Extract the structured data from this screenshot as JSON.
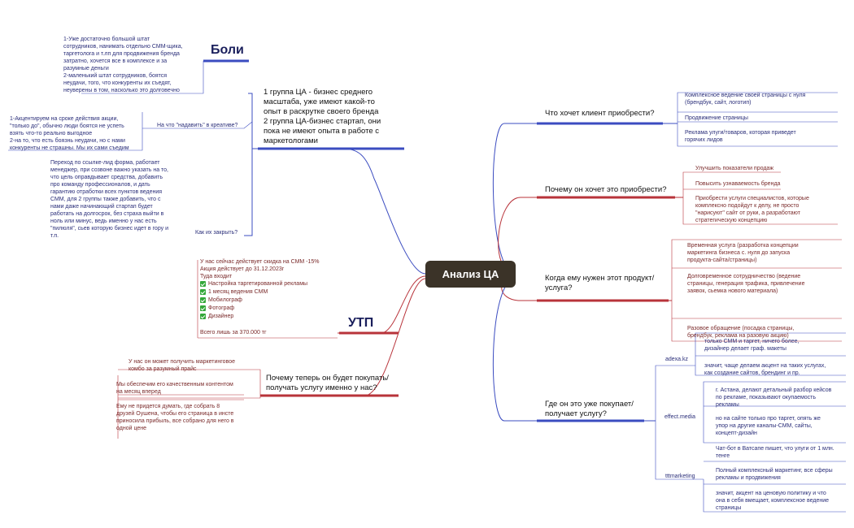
{
  "center": "Анализ ЦА",
  "left": {
    "main": "1 группа ЦА - бизнес среднего\nмасштаба, уже имеют какой-то\nопыт в раскрутке своего бренда\n 2 группа ЦА-бизнес стартап, они\nпока не имеют опыта в работе с\nмаркетологами",
    "boli_title": "Боли",
    "boli_text": "1-Уже достаточно большой штат\nсотрудников, нанимать отдельно СММ-щика,\nтаргетолога и т.лп для продвижения бренда\nзатратно, хочется все в комплексе и за\nразумные деньги\n   2-маленький штат сотрудников, боятся\nнеудачи, того, что конкуренты их съедят,\nнеуверены в том, насколько это долговечно",
    "nadavit_label": "На что \"надавить\" в креативе?",
    "nadavit_text": "1-Акцентируем на сроке действия акции,\n\"только до\", обычно люди боятся не успеть\nвзять что-то реально выгодное\n   2-на то, что есть боязнь неудачи, но с нами\nконкуренты не страшны. Мы их сами съедим",
    "zakryt_label": "Как их закрыть?",
    "zakryt_text": "Переход по ссылке-лид форма, работает\nменеджер, при созвоне важно указать на то,\nчто цель оправдывает средства, добавить\nпро команду профессионалов, и дать\nгарантию отработки всех пунктов ведения\nСММ, для 2 группы также добавить, что с\nнами даже начинающий стартап будет\nработать на долгосрок, без страха выйти в\nноль или минус, ведь именно у нас есть\n\"пилюля\", сьев которую бизнес идет в гору и\nт.п.",
    "utp_title": "УТП",
    "utp_lines": [
      "У нас сейчас действует скидка на СММ -15%",
      "Акция действует до 31.12.2023г",
      "Туда входит"
    ],
    "utp_items": [
      "Настройка таргетированной рекламы",
      "1 месяц ведения СММ",
      "Мобилограф",
      "Фотограф",
      "Дизайнер"
    ],
    "utp_total": "Всего лишь за 370.000 тг",
    "why_q": "Почему теперь он будет покупать/\nполучать услугу именно у нас?",
    "why_items": [
      "У нас он может получить маркетинговое\nкомбо за разумный прайс",
      "Мы обеспечим его качественным контентом\nна месяц вперед",
      "Ему не придется думать, где собрать 8\nдрузей Оушена, чтобы его страница в инсте\nприносила прибыль, все собрано для него в\nодной цене"
    ]
  },
  "right": {
    "q1": "Что хочет клиент приобрести?",
    "q1_items": [
      "Комплексное ведение своей страницы с нуля\n(брендбук, сайт, логотип)",
      "Продвижение страницы",
      "Реклама улуги/товаров, которая приведет\nгорячих лидов"
    ],
    "q2": "Почему он хочет это приобрести?",
    "q2_items": [
      "Улучшить показатели продаж",
      "Повысить узнаваемость бренда",
      "Приобрести услуги специалистов, которые\nкомплексно подойдут к делу, не просто\n\"нарисуют\" сайт от руки, а разработают\nстратегическую концепцию"
    ],
    "q3": "Когда ему нужен этот продукт/\nуслуга?",
    "q3_items": [
      "Временная услуга (разработка концепции\nмаркетинга бизнеса с. нуля до запуска\nпродукта-сайта/страницы)",
      "Долговременное сотрудничество (ведение\nстраницы, генерация трафика, привлечение\nзаявок, сьемка нового материала)",
      "Разовое обращение (посадка страницы,\nбрендбук, реклама на разовую акцию)"
    ],
    "q4": "Где он это уже покупает/\nполучает услугу?",
    "competitors": [
      {
        "name": "adexa.kz",
        "items": [
          "только СММ и таргет, ничего более,\nдизайнер делает граф. макеты",
          "значит, чаще делаем акцент на таких услугах,\nкак создание сайтов, брендинг и пр."
        ]
      },
      {
        "name": "effect.media",
        "items": [
          "г. Астана, делают детальный разбор кейсов\nпо рекламе, показывают окупаемость\nрекламы",
          "но на сайте только про таргет, опять же\nупор на другие каналы-СММ, сайты,\nконцепт-дизайн"
        ]
      },
      {
        "name": "tttmarketing",
        "items": [
          "Чат-бот в Ватсапе пишет, что улуги от 1 млн.\nтенге",
          "Полный комплексный маркетинг, все сферы\nрекламы и продвижения",
          "значит, акцент на ценовую политику и что\nона в себя вмещает, комплексное ведение\nстраницы"
        ]
      }
    ]
  },
  "colors": {
    "blue": "#3b4cc0",
    "red": "#b8333a",
    "center": "#3b3328",
    "check": "#35a83a"
  }
}
